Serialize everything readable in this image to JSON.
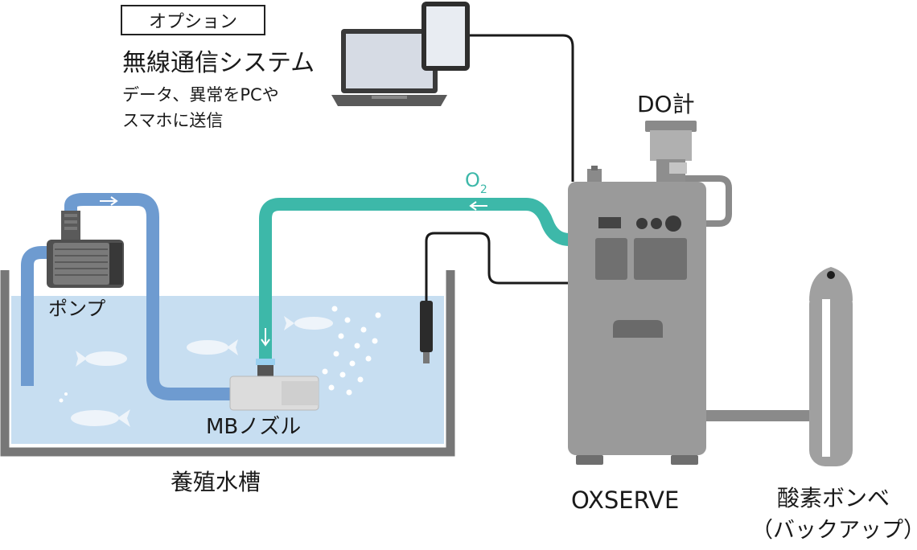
{
  "option": {
    "badge": "オプション",
    "title": "無線通信システム",
    "desc_line1": "データ、異常をPCや",
    "desc_line2": "スマホに送信"
  },
  "labels": {
    "do_meter": "DO計",
    "o2": "O",
    "o2_sub": "2",
    "pump": "ポンプ",
    "mb_nozzle": "MBノズル",
    "tank": "養殖水槽",
    "oxserve": "OXSERVE",
    "cylinder": "酸素ボンベ",
    "cylinder_sub": "（バックアップ）"
  },
  "colors": {
    "water": "#c7def1",
    "blue_pipe": "#6e9bd0",
    "teal_pipe": "#3db8a9",
    "machine": "#9a9a9a",
    "cable": "#1a1a1a"
  }
}
